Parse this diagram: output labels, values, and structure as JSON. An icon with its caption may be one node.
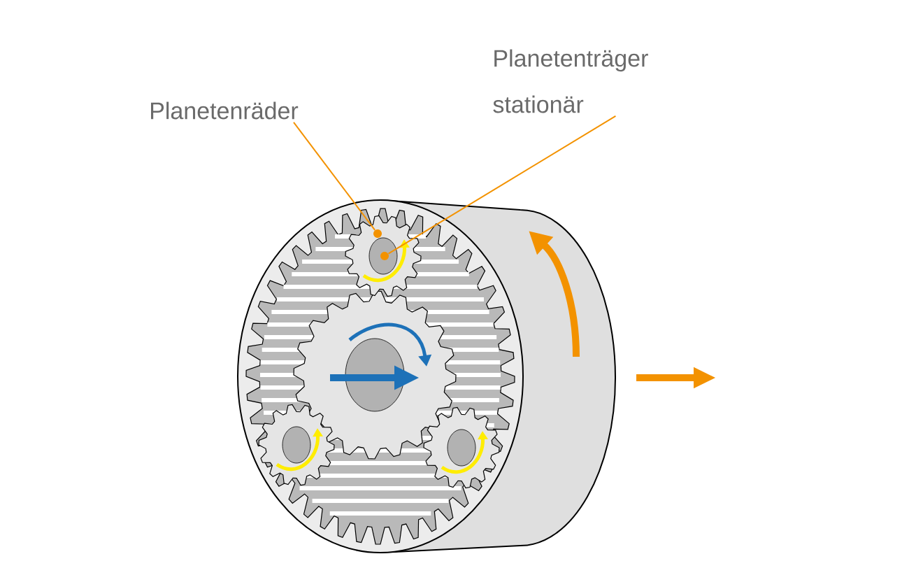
{
  "diagram": {
    "nodes": [
      {
        "text": [
          "Planetenräder"
        ]
      },
      {
        "text": [
          "Planetenträger stationär"
        ]
      },
      {
        "text": [],
        "shape": "circle"
      },
      {
        "text": [],
        "shape": "circle"
      }
    ],
    "edges": [
      {
        "from": 0,
        "to": 2,
        "arrow": "none"
      },
      {
        "from": 1,
        "to": 3,
        "arrow": "none"
      }
    ]
  }
}
